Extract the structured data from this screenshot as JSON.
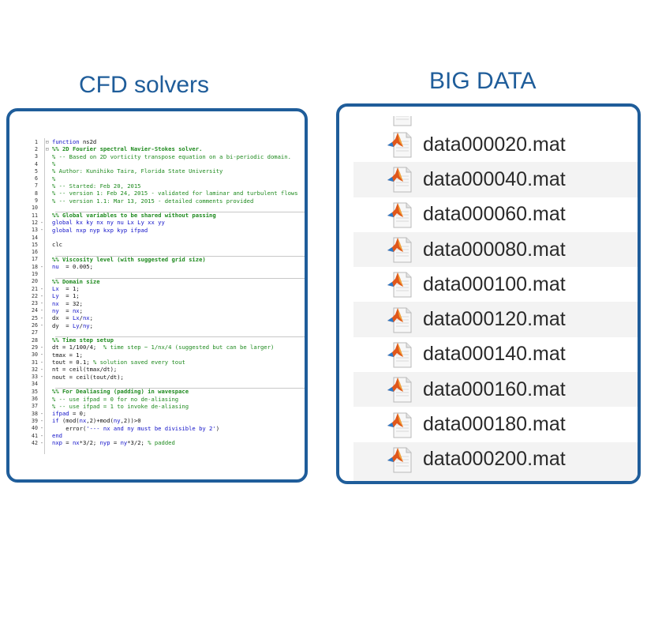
{
  "titles": {
    "cfd": "CFD solvers",
    "bigdata": "BIG DATA"
  },
  "code": {
    "lines": [
      {
        "n": "1",
        "dash": "",
        "fold": "⊟",
        "parts": [
          {
            "t": "function",
            "c": "c-kw"
          },
          {
            "t": " ns2d",
            "c": "txt"
          }
        ]
      },
      {
        "n": "2",
        "dash": "",
        "fold": "⊟",
        "parts": [
          {
            "t": "%% 2D Fourier spectral Navier-Stokes solver.",
            "c": "c-cell"
          }
        ]
      },
      {
        "n": "3",
        "dash": "",
        "fold": "",
        "parts": [
          {
            "t": "% -- Based on 2D vorticity transpose equation on a bi-periodic domain.",
            "c": "c-com"
          }
        ]
      },
      {
        "n": "4",
        "dash": "",
        "fold": "",
        "parts": [
          {
            "t": "%",
            "c": "c-com"
          }
        ]
      },
      {
        "n": "5",
        "dash": "",
        "fold": "",
        "parts": [
          {
            "t": "% Author: Kunihiko Taira, Florida State University",
            "c": "c-com"
          }
        ]
      },
      {
        "n": "6",
        "dash": "",
        "fold": "",
        "parts": [
          {
            "t": "%",
            "c": "c-com"
          }
        ]
      },
      {
        "n": "7",
        "dash": "",
        "fold": "",
        "parts": [
          {
            "t": "% -- Started: Feb 20, 2015",
            "c": "c-com"
          }
        ]
      },
      {
        "n": "8",
        "dash": "",
        "fold": "",
        "parts": [
          {
            "t": "% -- version 1: Feb 24, 2015 - validated for laminar and turbulent flows",
            "c": "c-com"
          }
        ]
      },
      {
        "n": "9",
        "dash": "",
        "fold": "",
        "parts": [
          {
            "t": "% -- version 1.1: Mar 13, 2015 - detailed comments provided",
            "c": "c-com"
          }
        ]
      },
      {
        "n": "10",
        "dash": "",
        "fold": "",
        "parts": []
      },
      {
        "n": "11",
        "dash": "",
        "fold": "",
        "sep": true,
        "parts": [
          {
            "t": "%% Global variables to be shared without passing",
            "c": "c-cell"
          }
        ]
      },
      {
        "n": "12",
        "dash": "-",
        "fold": "",
        "parts": [
          {
            "t": "global",
            "c": "c-kw"
          },
          {
            "t": " kx ky nx ny nu Lx Ly xx yy",
            "c": "c-kw"
          }
        ]
      },
      {
        "n": "13",
        "dash": "-",
        "fold": "",
        "parts": [
          {
            "t": "global",
            "c": "c-kw"
          },
          {
            "t": " nxp nyp kxp kyp ifpad",
            "c": "c-kw"
          }
        ]
      },
      {
        "n": "14",
        "dash": "",
        "fold": "",
        "parts": []
      },
      {
        "n": "15",
        "dash": "",
        "fold": "",
        "parts": [
          {
            "t": "clc",
            "c": "txt"
          }
        ]
      },
      {
        "n": "16",
        "dash": "",
        "fold": "",
        "parts": []
      },
      {
        "n": "17",
        "dash": "",
        "fold": "",
        "sep": true,
        "parts": [
          {
            "t": "%% Viscosity level (with suggested grid size)",
            "c": "c-cell"
          }
        ]
      },
      {
        "n": "18",
        "dash": "-",
        "fold": "",
        "parts": [
          {
            "t": "nu",
            "c": "c-kw"
          },
          {
            "t": "  = 0.005;",
            "c": "txt"
          }
        ]
      },
      {
        "n": "19",
        "dash": "",
        "fold": "",
        "parts": []
      },
      {
        "n": "20",
        "dash": "",
        "fold": "",
        "sep": true,
        "parts": [
          {
            "t": "%% Domain size",
            "c": "c-cell"
          }
        ]
      },
      {
        "n": "21",
        "dash": "-",
        "fold": "",
        "parts": [
          {
            "t": "Lx",
            "c": "c-kw"
          },
          {
            "t": "  = 1;",
            "c": "txt"
          }
        ]
      },
      {
        "n": "22",
        "dash": "-",
        "fold": "",
        "parts": [
          {
            "t": "Ly",
            "c": "c-kw"
          },
          {
            "t": "  = 1;",
            "c": "txt"
          }
        ]
      },
      {
        "n": "23",
        "dash": "-",
        "fold": "",
        "parts": [
          {
            "t": "nx",
            "c": "c-kw"
          },
          {
            "t": "  = 32;",
            "c": "txt"
          }
        ]
      },
      {
        "n": "24",
        "dash": "-",
        "fold": "",
        "parts": [
          {
            "t": "ny",
            "c": "c-kw"
          },
          {
            "t": "  = ",
            "c": "txt"
          },
          {
            "t": "nx",
            "c": "c-kw"
          },
          {
            "t": ";",
            "c": "txt"
          }
        ]
      },
      {
        "n": "25",
        "dash": "-",
        "fold": "",
        "parts": [
          {
            "t": "dx",
            "c": "txt"
          },
          {
            "t": "  = ",
            "c": "txt"
          },
          {
            "t": "Lx",
            "c": "c-kw"
          },
          {
            "t": "/",
            "c": "txt"
          },
          {
            "t": "nx",
            "c": "c-kw"
          },
          {
            "t": ";",
            "c": "txt"
          }
        ]
      },
      {
        "n": "26",
        "dash": "-",
        "fold": "",
        "parts": [
          {
            "t": "dy",
            "c": "txt"
          },
          {
            "t": "  = ",
            "c": "txt"
          },
          {
            "t": "Ly",
            "c": "c-kw"
          },
          {
            "t": "/",
            "c": "txt"
          },
          {
            "t": "ny",
            "c": "c-kw"
          },
          {
            "t": ";",
            "c": "txt"
          }
        ]
      },
      {
        "n": "27",
        "dash": "",
        "fold": "",
        "parts": []
      },
      {
        "n": "28",
        "dash": "",
        "fold": "",
        "sep": true,
        "parts": [
          {
            "t": "%% Time step setup",
            "c": "c-cell"
          }
        ]
      },
      {
        "n": "29",
        "dash": "-",
        "fold": "",
        "parts": [
          {
            "t": "dt = 1/100/4;  ",
            "c": "txt"
          },
          {
            "t": "% time step ~ 1/nx/4 (suggested but can be larger)",
            "c": "c-com"
          }
        ]
      },
      {
        "n": "30",
        "dash": "-",
        "fold": "",
        "parts": [
          {
            "t": "tmax = 1;",
            "c": "txt"
          }
        ]
      },
      {
        "n": "31",
        "dash": "-",
        "fold": "",
        "parts": [
          {
            "t": "tout = 0.1; ",
            "c": "txt"
          },
          {
            "t": "% solution saved every tout",
            "c": "c-com"
          }
        ]
      },
      {
        "n": "32",
        "dash": "-",
        "fold": "",
        "parts": [
          {
            "t": "nt = ceil(tmax/dt);",
            "c": "txt"
          }
        ]
      },
      {
        "n": "33",
        "dash": "-",
        "fold": "",
        "parts": [
          {
            "t": "nout = ceil(tout/dt);",
            "c": "txt"
          }
        ]
      },
      {
        "n": "34",
        "dash": "",
        "fold": "",
        "parts": []
      },
      {
        "n": "35",
        "dash": "",
        "fold": "",
        "sep": true,
        "parts": [
          {
            "t": "%% For Dealiasing (padding) in wavespace",
            "c": "c-cell"
          }
        ]
      },
      {
        "n": "36",
        "dash": "",
        "fold": "",
        "parts": [
          {
            "t": "% -- use ifpad = 0 for no de-aliasing",
            "c": "c-com"
          }
        ]
      },
      {
        "n": "37",
        "dash": "",
        "fold": "",
        "parts": [
          {
            "t": "% -- use ifpad = 1 to invoke de-aliasing",
            "c": "c-com"
          }
        ]
      },
      {
        "n": "38",
        "dash": "-",
        "fold": "",
        "parts": [
          {
            "t": "ifpad",
            "c": "c-kw"
          },
          {
            "t": " = 0;",
            "c": "txt"
          }
        ]
      },
      {
        "n": "39",
        "dash": "-",
        "fold": "",
        "parts": [
          {
            "t": "if",
            "c": "c-kw"
          },
          {
            "t": " (mod(",
            "c": "txt"
          },
          {
            "t": "nx",
            "c": "c-kw"
          },
          {
            "t": ",2)+mod(",
            "c": "txt"
          },
          {
            "t": "ny",
            "c": "c-kw"
          },
          {
            "t": ",2))>0",
            "c": "txt"
          }
        ]
      },
      {
        "n": "40",
        "dash": "-",
        "fold": "",
        "parts": [
          {
            "t": "    error(",
            "c": "txt"
          },
          {
            "t": "'--- nx and ny must be divisible by 2'",
            "c": "c-kw"
          },
          {
            "t": ")",
            "c": "txt"
          }
        ]
      },
      {
        "n": "41",
        "dash": "-",
        "fold": "",
        "parts": [
          {
            "t": "end",
            "c": "c-kw"
          }
        ]
      },
      {
        "n": "42",
        "dash": "-",
        "fold": "",
        "parts": [
          {
            "t": "nxp",
            "c": "c-kw"
          },
          {
            "t": " = ",
            "c": "txt"
          },
          {
            "t": "nx",
            "c": "c-kw"
          },
          {
            "t": "*3/2; ",
            "c": "txt"
          },
          {
            "t": "nyp",
            "c": "c-kw"
          },
          {
            "t": " = ",
            "c": "txt"
          },
          {
            "t": "ny",
            "c": "c-kw"
          },
          {
            "t": "*3/2; ",
            "c": "txt"
          },
          {
            "t": "% padded",
            "c": "c-com"
          }
        ]
      }
    ]
  },
  "files": [
    {
      "name": "data000020.mat"
    },
    {
      "name": "data000040.mat"
    },
    {
      "name": "data000060.mat"
    },
    {
      "name": "data000080.mat"
    },
    {
      "name": "data000100.mat"
    },
    {
      "name": "data000120.mat"
    },
    {
      "name": "data000140.mat"
    },
    {
      "name": "data000160.mat"
    },
    {
      "name": "data000180.mat"
    },
    {
      "name": "data000200.mat"
    }
  ],
  "colors": {
    "accent": "#1f5d9a",
    "comment": "#1e8a1e",
    "keyword": "#1010c8"
  },
  "icons": {
    "file": "matlab-file-icon"
  }
}
